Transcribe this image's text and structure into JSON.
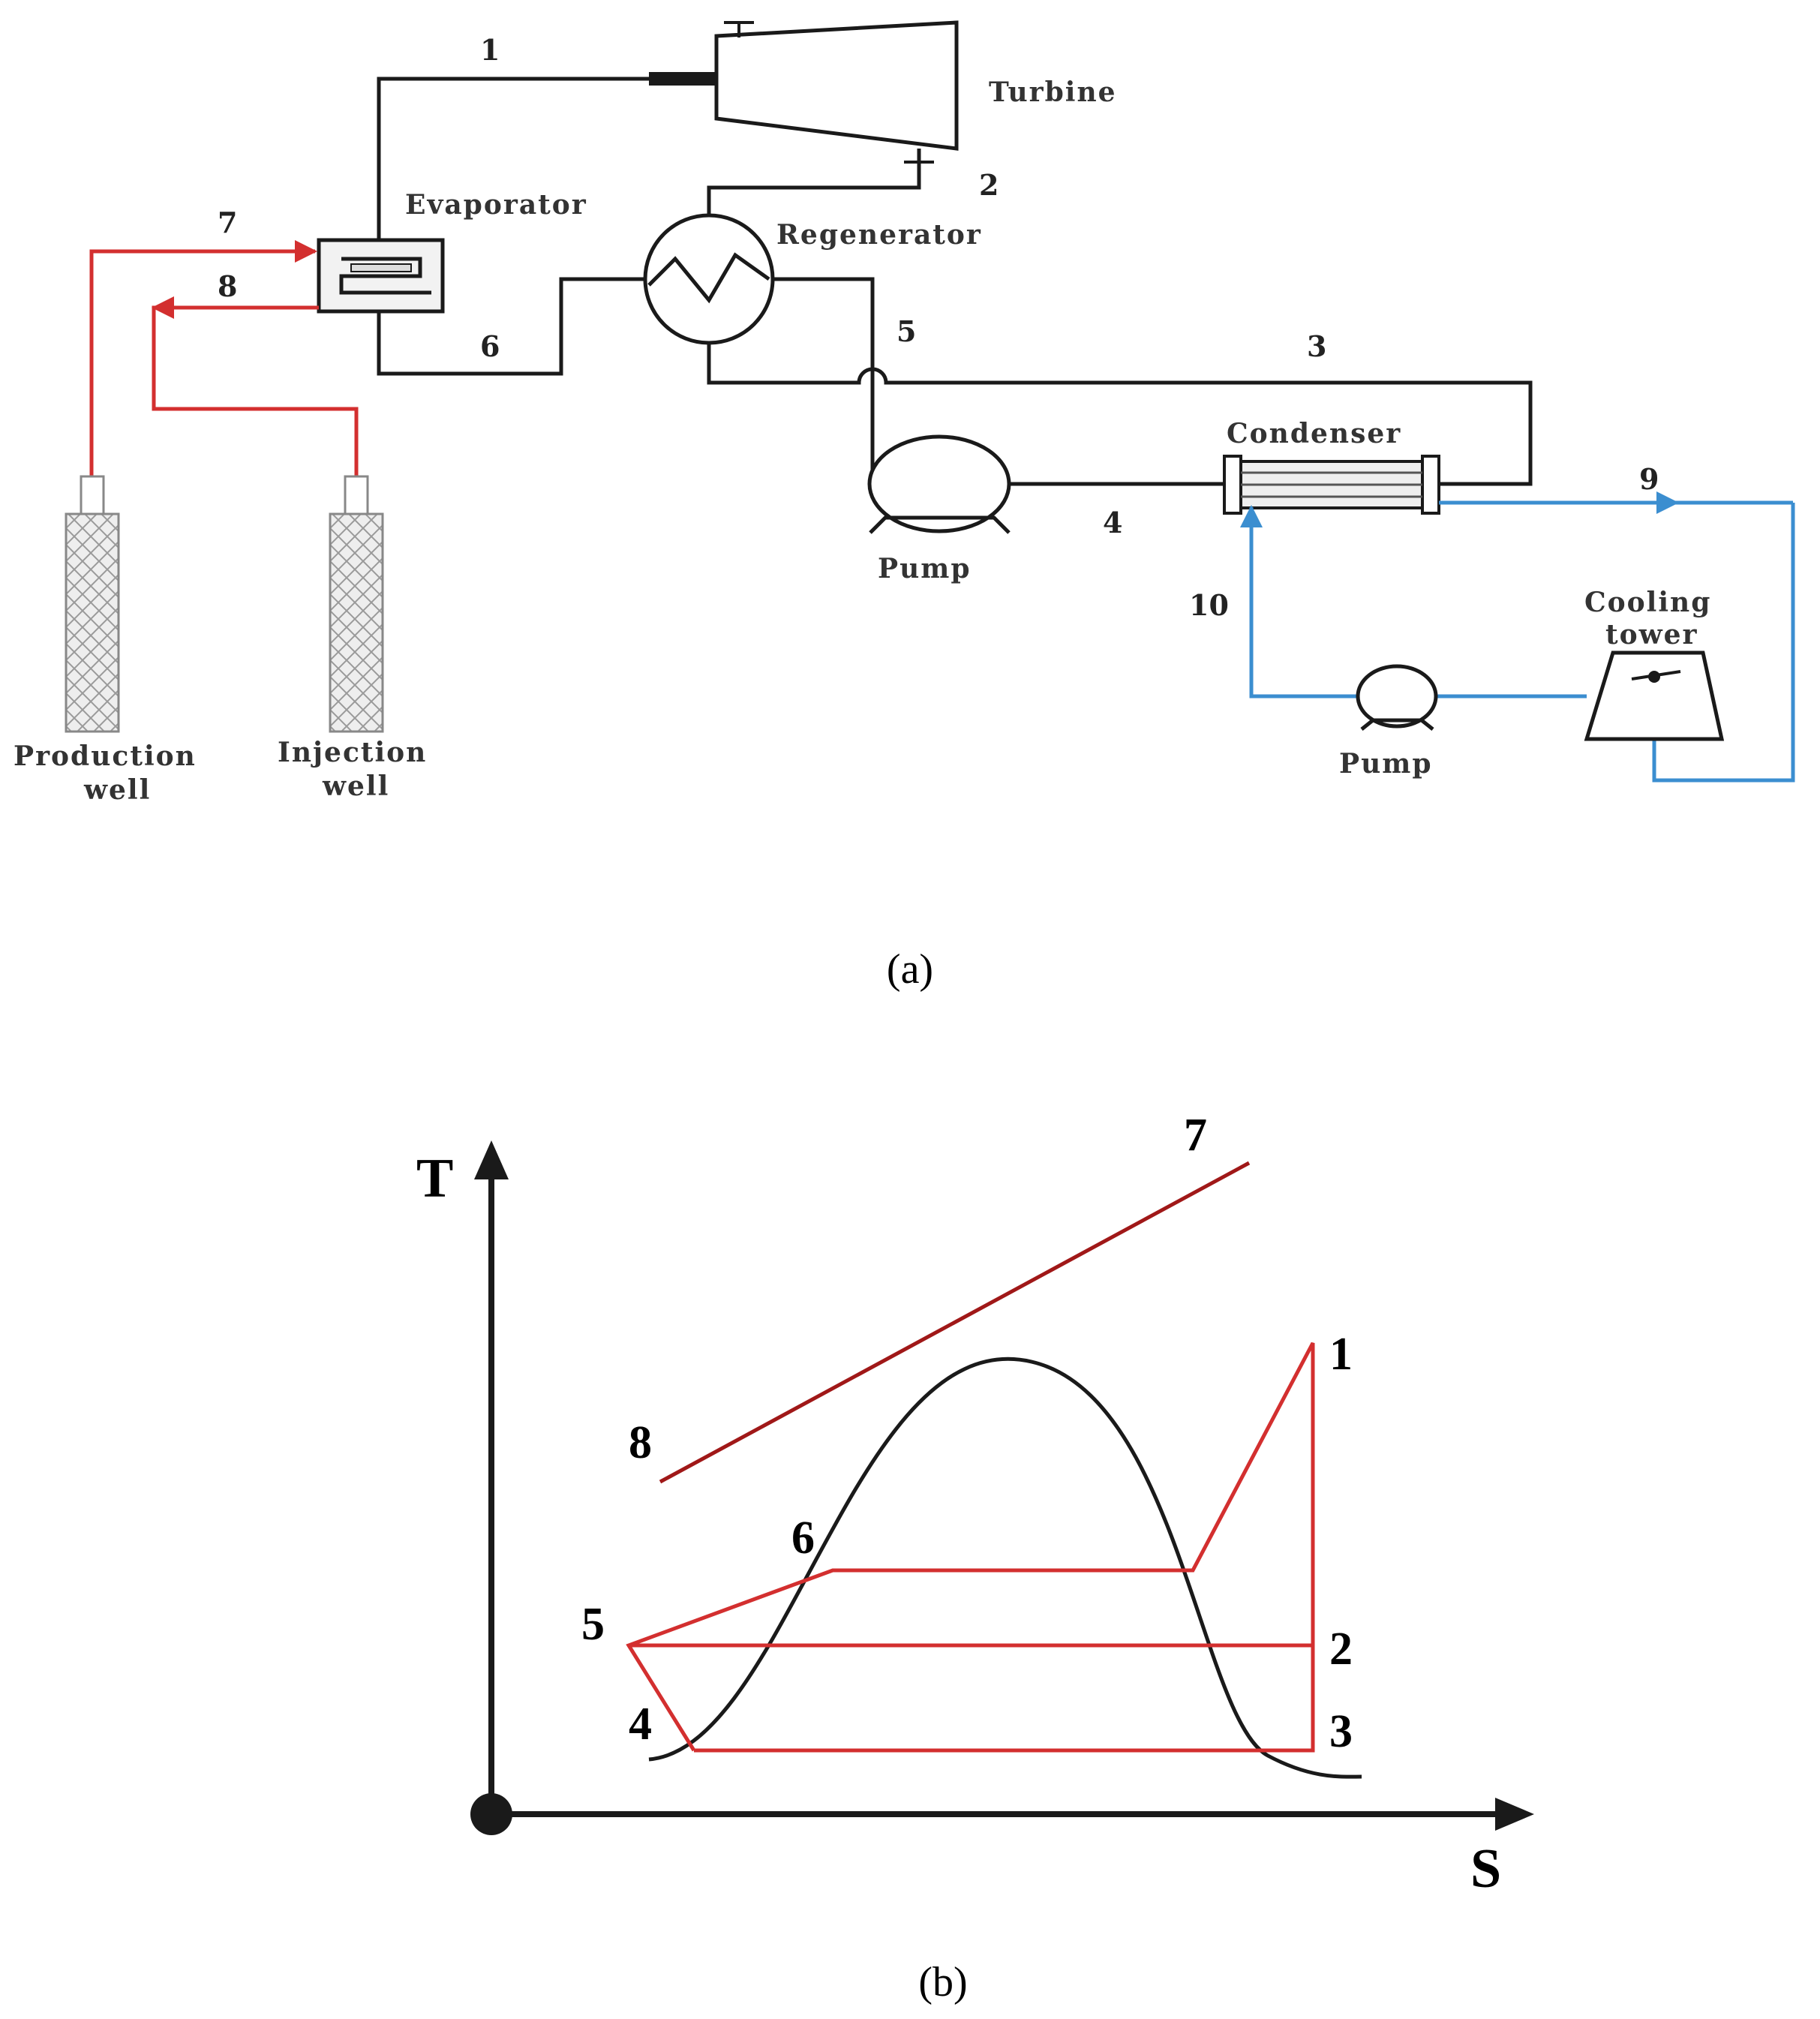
{
  "panel_a": {
    "caption": "(a)",
    "components": {
      "turbine": "Turbine",
      "evaporator": "Evaporator",
      "regenerator": "Regenerator",
      "condenser": "Condenser",
      "pump_orc": "Pump",
      "pump_cooling": "Pump",
      "cooling_tower_line1": "Cooling",
      "cooling_tower_line2": "tower",
      "production_well_line1": "Production",
      "production_well_line2": "well",
      "injection_well_line1": "Injection",
      "injection_well_line2": "well"
    },
    "state_points": {
      "s1": "1",
      "s2": "2",
      "s3": "3",
      "s4": "4",
      "s5": "5",
      "s6": "6",
      "s7": "7",
      "s8": "8",
      "s9": "9",
      "s10": "10"
    },
    "colors": {
      "working_fluid": "#1a1a1a",
      "geothermal_brine": "#d32f2f",
      "cooling_water": "#3b8ed0"
    }
  },
  "panel_b": {
    "caption": "(b)",
    "axis_y": "T",
    "axis_x": "S",
    "points": {
      "p1": "1",
      "p2": "2",
      "p3": "3",
      "p4": "4",
      "p5": "5",
      "p6": "6",
      "p7": "7",
      "p8": "8"
    },
    "colors": {
      "cycle": "#d32f2f",
      "brine_line": "#a01818",
      "saturation_dome": "#1a1a1a",
      "axes": "#1a1a1a"
    }
  }
}
